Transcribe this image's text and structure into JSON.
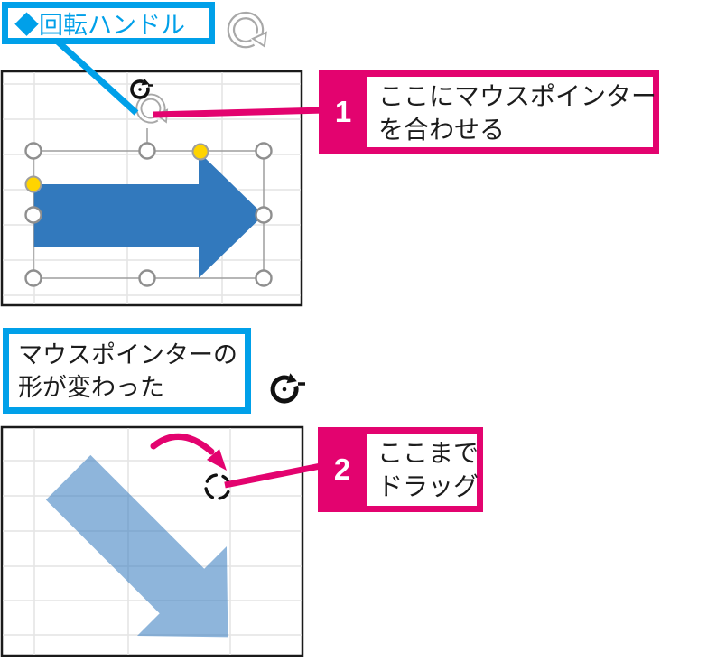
{
  "colors": {
    "accent_blue": "#00A0E9",
    "accent_pink": "#E3036F",
    "shape_blue": "#3279BD",
    "handle_yellow": "#FFD400",
    "grid_gray": "#E4E4E4"
  },
  "label_rotation_handle": {
    "text": "◆回転ハンドル"
  },
  "label_pointer_changed": {
    "line1": "マウスポインターの",
    "line2": "形が変わった"
  },
  "callout_step1": {
    "number": "1",
    "line1": "ここにマウスポインター",
    "line2": "を合わせる"
  },
  "callout_step2": {
    "number": "2",
    "line1": "ここまで",
    "line2": "ドラッグ"
  },
  "icons": {
    "rotate_handle": "rotate-handle-icon",
    "rotate_cursor": "rotate-cursor-icon",
    "rotating_drag_cursor": "rotating-drag-cursor-icon"
  }
}
